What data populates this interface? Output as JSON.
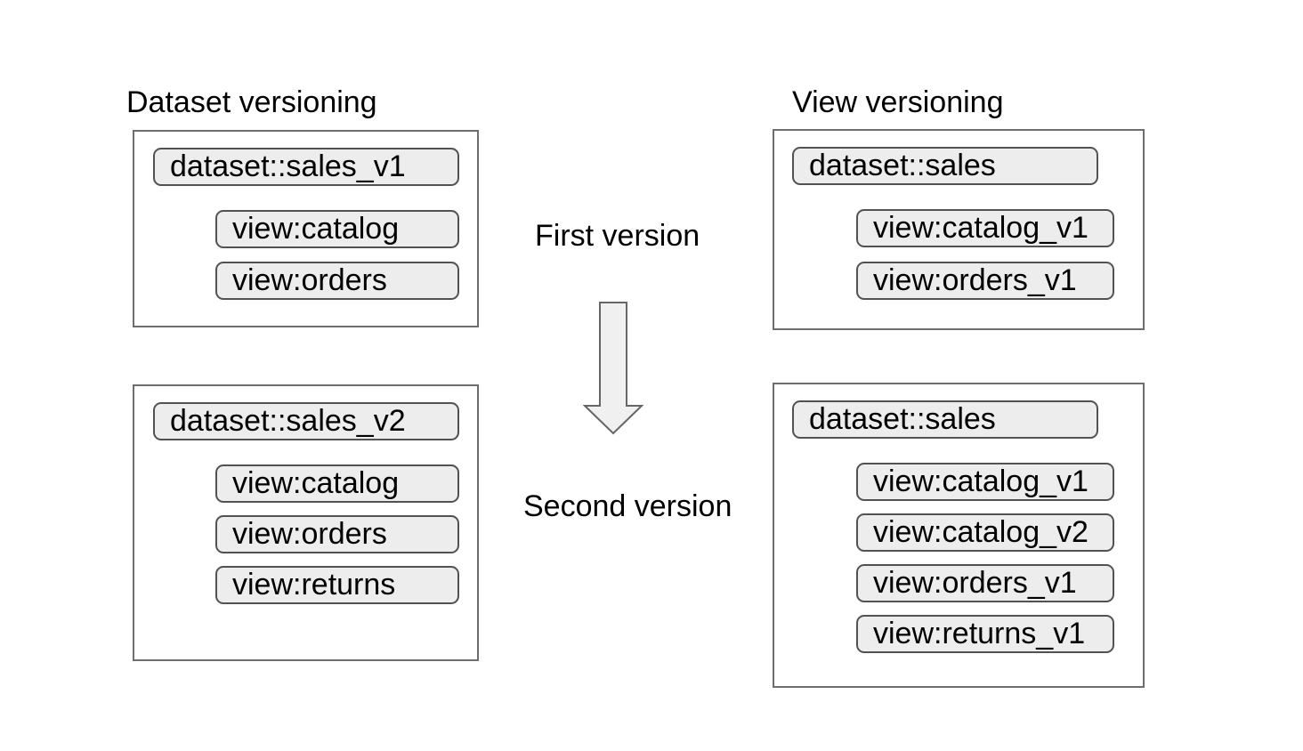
{
  "diagram": {
    "dataset_versioning": {
      "title": "Dataset versioning",
      "first": {
        "dataset": "dataset::sales_v1",
        "views": [
          "view:catalog",
          "view:orders"
        ]
      },
      "second": {
        "dataset": "dataset::sales_v2",
        "views": [
          "view:catalog",
          "view:orders",
          "view:returns"
        ]
      }
    },
    "view_versioning": {
      "title": "View versioning",
      "first": {
        "dataset": "dataset::sales",
        "views": [
          "view:catalog_v1",
          "view:orders_v1"
        ]
      },
      "second": {
        "dataset": "dataset::sales",
        "views": [
          "view:catalog_v1",
          "view:catalog_v2",
          "view:orders_v1",
          "view:returns_v1"
        ]
      }
    },
    "center": {
      "first_label": "First version",
      "second_label": "Second version",
      "arrow_icon": "down-arrow-icon"
    },
    "colors": {
      "background": "#ffffff",
      "box_border": "#6e6e6e",
      "pill_fill": "#ededed",
      "pill_border": "#525252",
      "arrow_fill": "#f0f0f0",
      "arrow_stroke": "#666666",
      "text": "#000000"
    }
  }
}
